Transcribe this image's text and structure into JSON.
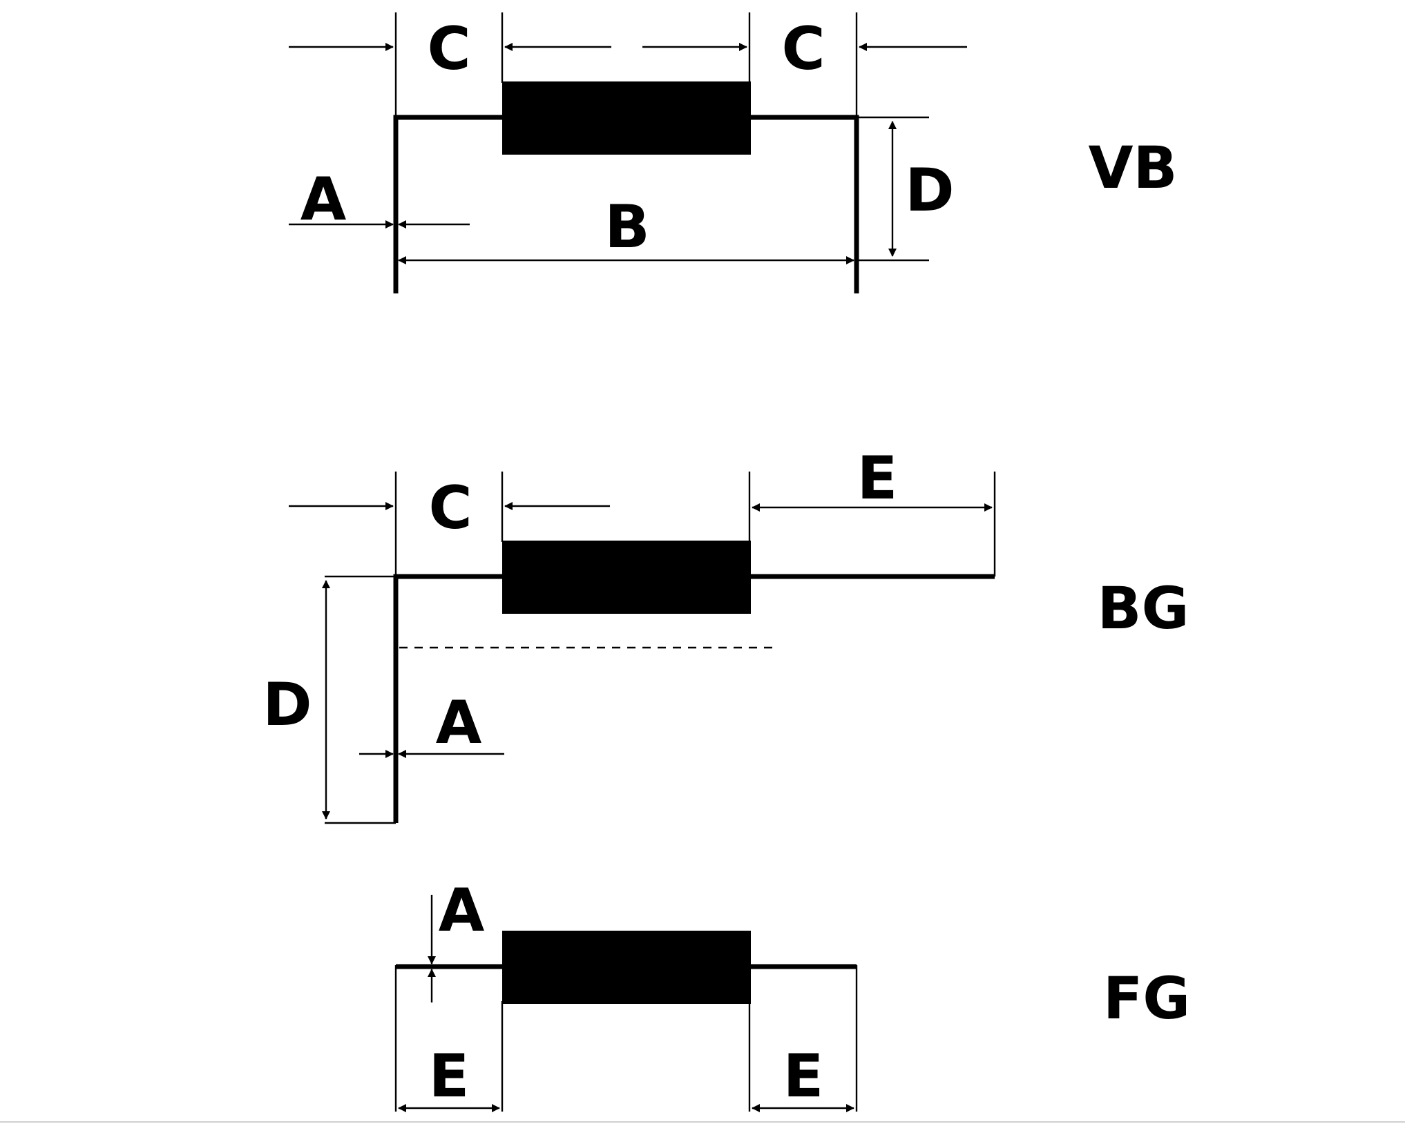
{
  "figures": [
    {
      "name": "VB",
      "labels": {
        "c_left": "C",
        "c_right": "C",
        "a": "A",
        "b": "B",
        "d": "D"
      }
    },
    {
      "name": "BG",
      "labels": {
        "c": "C",
        "e": "E",
        "d": "D",
        "a": "A"
      }
    },
    {
      "name": "FG",
      "labels": {
        "a": "A",
        "e_left": "E",
        "e_right": "E"
      }
    }
  ]
}
